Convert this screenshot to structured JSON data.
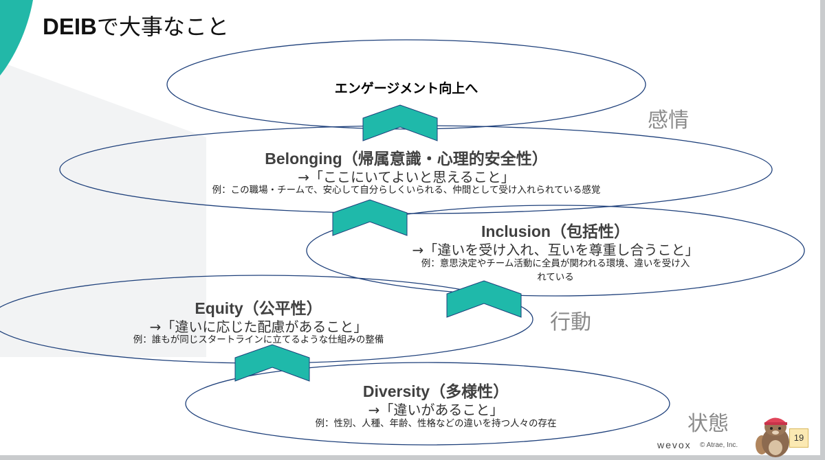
{
  "slide": {
    "title_en": "DEIB",
    "title_jp": "で大事なこと",
    "page_number": "19",
    "accent_color": "#22b8a8",
    "chevron_color": "#1fb9aa"
  },
  "top": {
    "label": "エンゲージメント向上へ"
  },
  "layers": {
    "belonging": {
      "title_en": "Belonging",
      "title_jp": "（帰属意識・心理的安全性）",
      "subtitle": "→「ここにいてよいと思えること」",
      "example": "例：この職場・チームで、安心して自分らしくいられる、仲間として受け入れられている感覚"
    },
    "inclusion": {
      "title_en": "Inclusion",
      "title_jp": "（包括性）",
      "subtitle": "→「違いを受け入れ、互いを尊重し合うこと」",
      "example_line1": "例：意思決定やチーム活動に全員が関われる環境、違いを受け入",
      "example_line2": "れている"
    },
    "equity": {
      "title_en": "Equity",
      "title_jp": "（公平性）",
      "subtitle": "→「違いに応じた配慮があること」",
      "example": "例：誰もが同じスタートラインに立てるような仕組みの整備"
    },
    "diversity": {
      "title_en": "Diversity",
      "title_jp": "（多様性）",
      "subtitle": "→「違いがあること」",
      "example": "例：性別、人種、年齢、性格などの違いを持つ人々の存在"
    }
  },
  "side_labels": {
    "emotion": "感情",
    "action": "行動",
    "state": "状態"
  },
  "footer": {
    "brand": "wevox",
    "copyright": "© Atrae, Inc."
  }
}
